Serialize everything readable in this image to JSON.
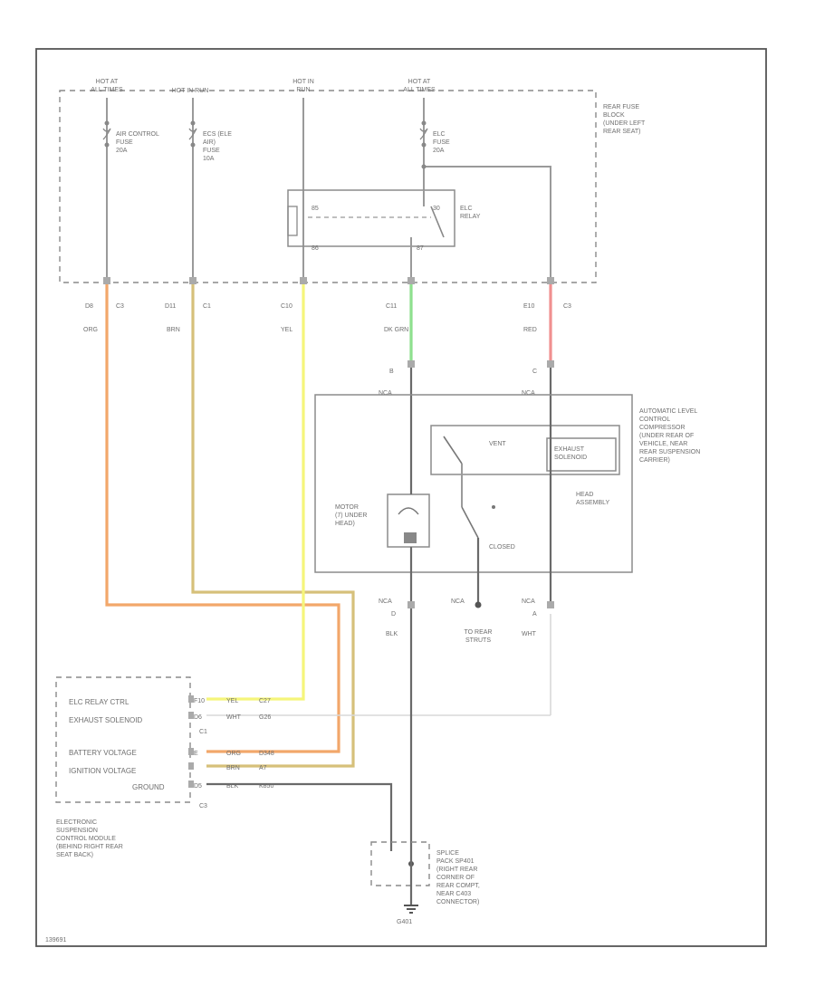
{
  "sources": {
    "hot_all_1": "HOT AT\nALL TIMES",
    "hot_run": "HOT IN RUN",
    "hot_in_run": "HOT IN\nRUN",
    "hot_all_2": "HOT AT\nALL TIMES"
  },
  "fuse_block": "REAR FUSE\nBLOCK\n(UNDER LEFT\nREAR SEAT)",
  "fuses": {
    "f1": "AIR CONTROL\nFUSE\n20A",
    "f2": "ECS (ELE\nAIR)\nFUSE\n10A",
    "f3": "ELC\nFUSE\n20A"
  },
  "relay": {
    "label": "ELC\nRELAY",
    "p85": "85",
    "p86": "86",
    "p30": "30",
    "p87": "87"
  },
  "connectors": [
    {
      "pin": "D8",
      "conn": "C3",
      "color": "ORG"
    },
    {
      "pin": "D11",
      "conn": "C1",
      "color": "BRN"
    },
    {
      "pin": "C10",
      "conn": "",
      "color": "YEL"
    },
    {
      "pin": "C11",
      "conn": "",
      "color": "DK GRN"
    },
    {
      "pin": "E10",
      "conn": "C3",
      "color": "RED"
    }
  ],
  "compressor": {
    "pin_b": "B",
    "pin_c": "C",
    "nca_b": "NCA",
    "nca_c": "NCA",
    "label": "AUTOMATIC LEVEL\nCONTROL\nCOMPRESSOR\n(UNDER REAR OF\nVEHICLE, NEAR\nREAR SUSPENSION\nCARRIER)",
    "vent": "VENT",
    "exhaust": "EXHAUST\nSOLENOID",
    "motor": "MOTOR\n(7) UNDER\nHEAD)",
    "head": "HEAD\nASSEMBLY",
    "closed": "CLOSED"
  },
  "bottom_pins": [
    {
      "nca": "NCA",
      "pin": "D",
      "color": "BLK"
    },
    {
      "nca": "NCA",
      "pin": "",
      "color": "TO REAR\nSTRUTS"
    },
    {
      "nca": "NCA",
      "pin": "A",
      "color": "WHT"
    }
  ],
  "module": {
    "rows": [
      {
        "name": "ELC RELAY CTRL",
        "pin": "F10",
        "color": "YEL",
        "ckt": "C27"
      },
      {
        "name": "EXHAUST SOLENOID",
        "pin": "D6",
        "color": "WHT",
        "ckt": "G26"
      },
      {
        "name": "",
        "pin": "C1",
        "color": "",
        "ckt": ""
      },
      {
        "name": "BATTERY VOLTAGE",
        "pin": "E",
        "color": "ORG",
        "ckt": "D348"
      },
      {
        "name": "IGNITION VOLTAGE",
        "pin": "",
        "color": "BRN",
        "ckt": "A7"
      },
      {
        "name": "GROUND",
        "pin": "D5",
        "color": "BLK",
        "ckt": "K850"
      },
      {
        "name": "",
        "pin": "C3",
        "color": "",
        "ckt": ""
      }
    ],
    "label": "ELECTRONIC\nSUSPENSION\nCONTROL MODULE\n(BEHIND RIGHT REAR\nSEAT BACK)"
  },
  "splice": "SPLICE\nPACK SP401\n(RIGHT REAR\nCORNER OF\nREAR COMPT,\nNEAR C403\nCONNECTOR)",
  "ground": "G401",
  "footer": "139691",
  "colors": {
    "orange": "#f2a76a",
    "brown": "#d6c07a",
    "yellow": "#f5f57a",
    "green": "#8ee08e",
    "red": "#f09090",
    "white": "#d8d8d8",
    "black": "#707070"
  }
}
